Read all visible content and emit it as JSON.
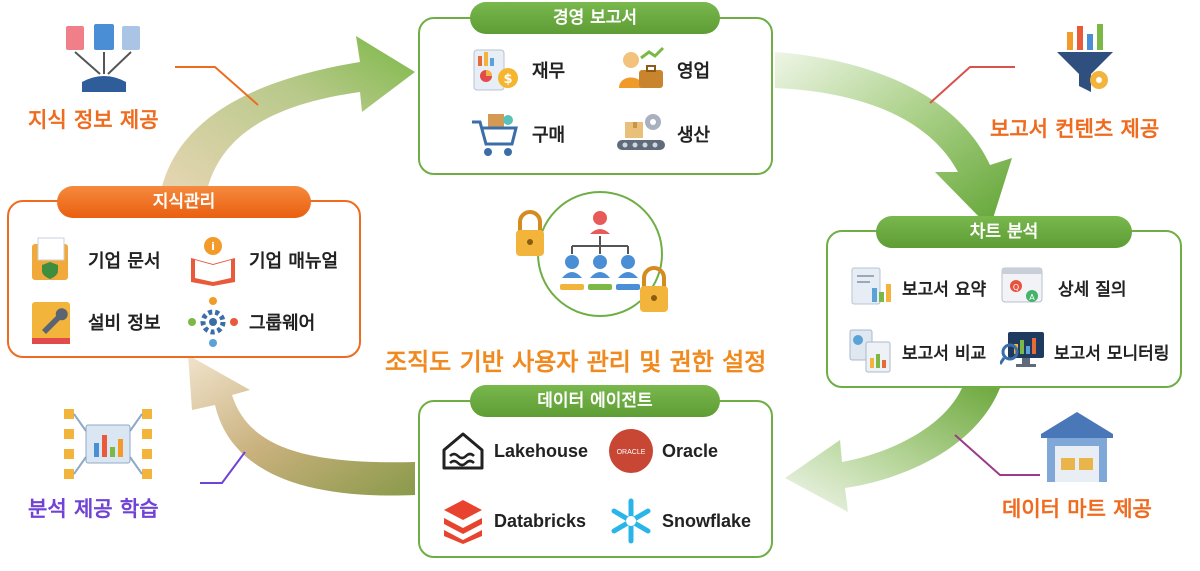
{
  "top_box": {
    "title": "경영 보고서",
    "items": [
      {
        "label": "재무",
        "icon": "finance-report-icon"
      },
      {
        "label": "영업",
        "icon": "sales-briefcase-icon"
      },
      {
        "label": "구매",
        "icon": "shopping-cart-icon"
      },
      {
        "label": "생산",
        "icon": "production-conveyor-icon"
      }
    ]
  },
  "right_box": {
    "title": "차트 분석",
    "items": [
      {
        "label": "보고서 요약",
        "icon": "report-summary-icon"
      },
      {
        "label": "상세 질의",
        "icon": "qa-window-icon"
      },
      {
        "label": "보고서 비교",
        "icon": "report-compare-icon"
      },
      {
        "label": "보고서 모니터링",
        "icon": "monitor-chart-icon"
      }
    ]
  },
  "bottom_box": {
    "title": "데이터 에이전트",
    "items": [
      {
        "label": "Lakehouse",
        "icon": "lakehouse-icon"
      },
      {
        "label": "Oracle",
        "icon": "oracle-logo-icon",
        "logo_text": "ORACLE"
      },
      {
        "label": "Databricks",
        "icon": "databricks-icon"
      },
      {
        "label": "Snowflake",
        "icon": "snowflake-icon"
      }
    ]
  },
  "left_box": {
    "title": "지식관리",
    "items": [
      {
        "label": "기업 문서",
        "icon": "document-folder-icon"
      },
      {
        "label": "기업 매뉴얼",
        "icon": "manual-book-icon"
      },
      {
        "label": "설비 정보",
        "icon": "equipment-wrench-icon"
      },
      {
        "label": "그룹웨어",
        "icon": "groupware-gear-icon"
      }
    ]
  },
  "callouts": {
    "top_left": "지식 정보 제공",
    "top_right": "보고서 컨텐츠 제공",
    "bottom_right": "데이터 마트 제공",
    "bottom_left": "분석 제공 학습"
  },
  "center": {
    "title": "조직도 기반 사용자 관리 및 권한 설정",
    "icon": "org-chart-lock-icon"
  },
  "colors": {
    "green": "#6fae45",
    "orange": "#ee6b1f",
    "purple": "#7043d6",
    "center_text": "#f08a1e",
    "arrow_tan": "#c9a56b"
  }
}
